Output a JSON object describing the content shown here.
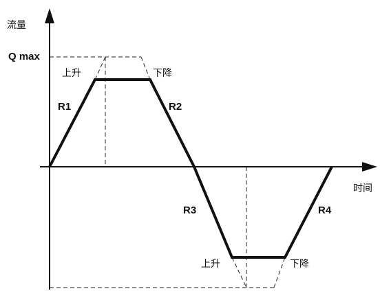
{
  "axes": {
    "y_label": "流量",
    "x_label": "时间",
    "q_max_label": "Q max"
  },
  "segments": {
    "r1": "R1",
    "r2": "R2",
    "r3": "R3",
    "r4": "R4"
  },
  "phases": {
    "top_rise": "上升",
    "top_fall": "下降",
    "bottom_rise": "上升",
    "bottom_fall": "下降"
  }
}
